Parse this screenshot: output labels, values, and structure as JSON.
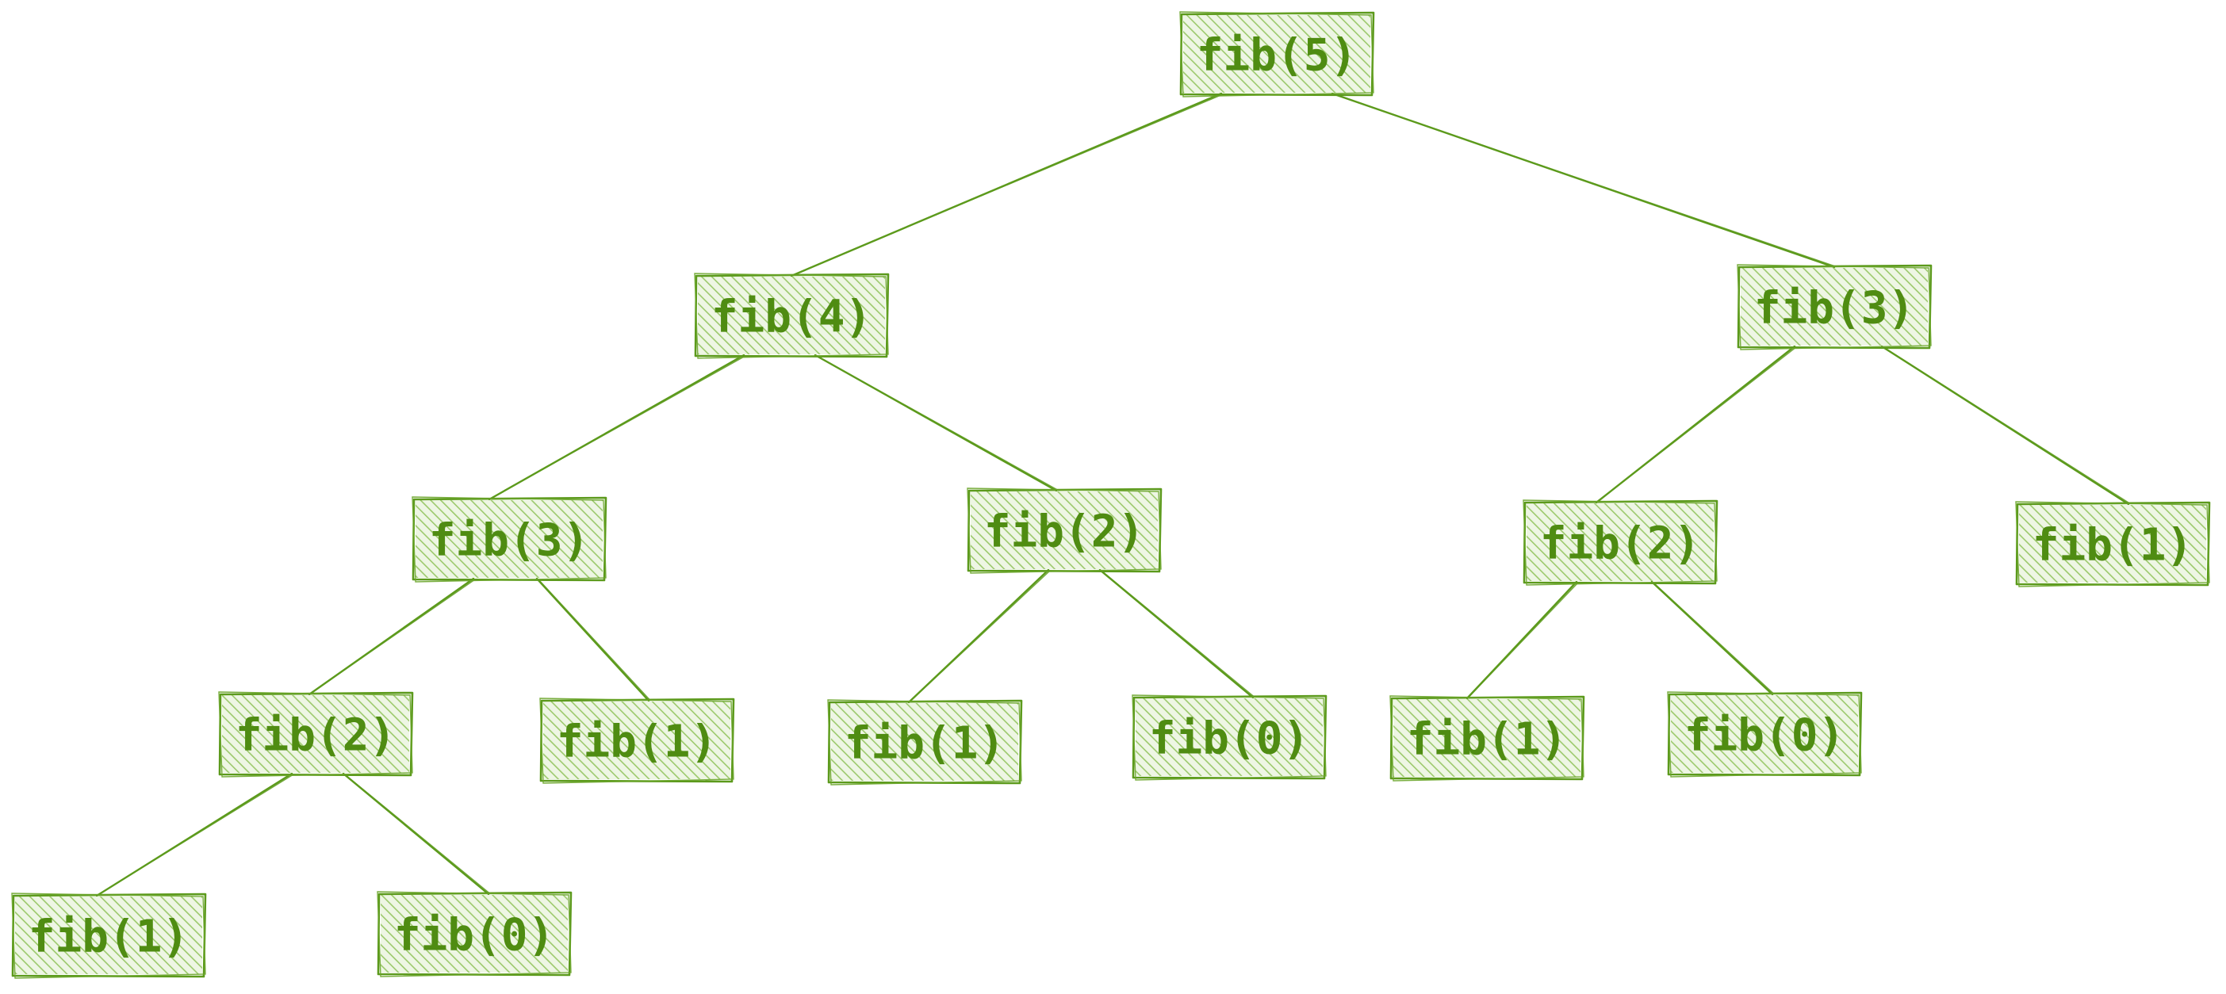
{
  "diagram": {
    "accent_color": "#5c9a1c",
    "hatch_color": "#a6cf7a",
    "nodes": [
      {
        "id": "n5",
        "label": "fib(5)"
      },
      {
        "id": "n4",
        "label": "fib(4)"
      },
      {
        "id": "n3r",
        "label": "fib(3)"
      },
      {
        "id": "n3l",
        "label": "fib(3)"
      },
      {
        "id": "n2m",
        "label": "fib(2)"
      },
      {
        "id": "n2r",
        "label": "fib(2)"
      },
      {
        "id": "n1rr",
        "label": "fib(1)"
      },
      {
        "id": "n2l",
        "label": "fib(2)"
      },
      {
        "id": "n1l",
        "label": "fib(1)"
      },
      {
        "id": "n1m",
        "label": "fib(1)"
      },
      {
        "id": "n0m",
        "label": "fib(0)"
      },
      {
        "id": "n1r",
        "label": "fib(1)"
      },
      {
        "id": "n0r",
        "label": "fib(0)"
      },
      {
        "id": "n1ll",
        "label": "fib(1)"
      },
      {
        "id": "n0ll",
        "label": "fib(0)"
      }
    ],
    "edges": [
      {
        "from": "n5",
        "to": "n4"
      },
      {
        "from": "n5",
        "to": "n3r"
      },
      {
        "from": "n4",
        "to": "n3l"
      },
      {
        "from": "n4",
        "to": "n2m"
      },
      {
        "from": "n3r",
        "to": "n2r"
      },
      {
        "from": "n3r",
        "to": "n1rr"
      },
      {
        "from": "n3l",
        "to": "n2l"
      },
      {
        "from": "n3l",
        "to": "n1l"
      },
      {
        "from": "n2m",
        "to": "n1m"
      },
      {
        "from": "n2m",
        "to": "n0m"
      },
      {
        "from": "n2r",
        "to": "n1r"
      },
      {
        "from": "n2r",
        "to": "n0r"
      },
      {
        "from": "n2l",
        "to": "n1ll"
      },
      {
        "from": "n2l",
        "to": "n0ll"
      }
    ]
  }
}
